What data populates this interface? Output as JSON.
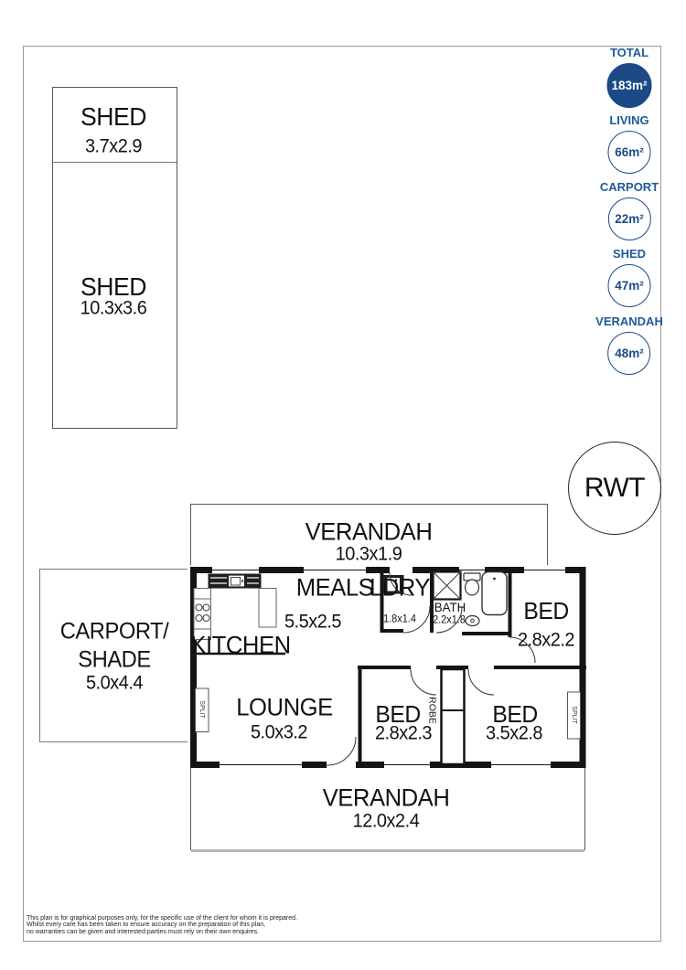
{
  "colors": {
    "accent_fill": "#1b4a87",
    "accent_text": "#1e5a99",
    "wall": "#141414"
  },
  "sheds": [
    {
      "label": "SHED",
      "dims": "3.7x2.9"
    },
    {
      "label": "SHED",
      "dims": "10.3x3.6"
    }
  ],
  "badges": [
    {
      "label": "TOTAL",
      "value": "183m²",
      "filled": true
    },
    {
      "label": "LIVING",
      "value": "66m²",
      "filled": false
    },
    {
      "label": "CARPORT",
      "value": "22m²",
      "filled": false
    },
    {
      "label": "SHED",
      "value": "47m²",
      "filled": false
    },
    {
      "label": "VERANDAH",
      "value": "48m²",
      "filled": false
    }
  ],
  "tank": {
    "label": "RWT"
  },
  "rooms": {
    "verandah_top": {
      "label": "VERANDAH",
      "dims": "10.3x1.9"
    },
    "carport": {
      "label_line1": "CARPORT/",
      "label_line2": "SHADE",
      "dims": "5.0x4.4"
    },
    "kitchen": {
      "label": "KITCHEN"
    },
    "meals": {
      "label": "MEALS",
      "dims": "5.5x2.5"
    },
    "ldry": {
      "label": "LDRY",
      "dims": "1.8x1.4"
    },
    "bath": {
      "label": "BATH",
      "dims": "2.2x1.8"
    },
    "bed1": {
      "label": "BED",
      "dims": "2.8x2.2"
    },
    "lounge": {
      "label": "LOUNGE",
      "dims": "5.0x3.2"
    },
    "bed2": {
      "label": "BED",
      "dims": "2.8x2.3"
    },
    "robe": {
      "label": "ROBE"
    },
    "bed3": {
      "label": "BED",
      "dims": "3.5x2.8"
    },
    "verandah_bottom": {
      "label": "VERANDAH",
      "dims": "12.0x2.4"
    },
    "split_left": {
      "label": "SPLIT"
    },
    "split_right": {
      "label": "SPLIT"
    }
  },
  "page": {
    "disclaimer": [
      "This plan is for graphical purposes only, for the specific use of the client for whom it is prepared.",
      "Whilst every care has been taken to ensure accuracy on the preparation of this plan,",
      "no warranties can be given and interested parties must rely on their own enquires."
    ]
  }
}
